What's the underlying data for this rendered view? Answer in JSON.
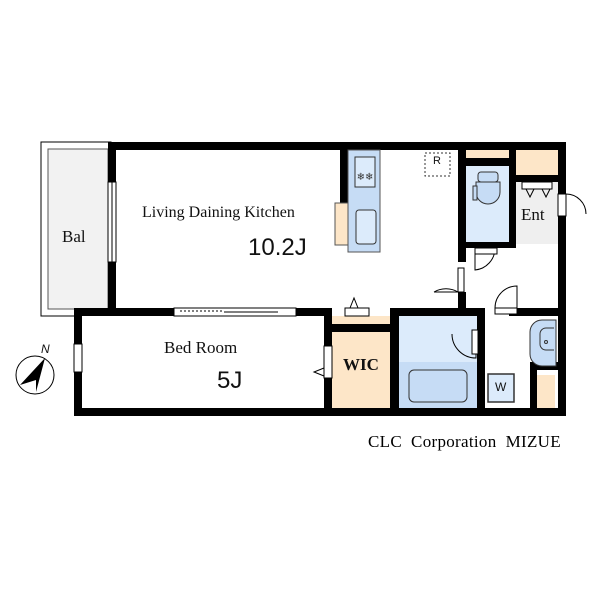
{
  "rooms": {
    "balcony": {
      "label": "Bal"
    },
    "ldk": {
      "label": "Living Daining Kitchen",
      "size": "10.2J"
    },
    "bedroom": {
      "label": "Bed Room",
      "size": "5J"
    },
    "wic": {
      "label": "WIC"
    },
    "entrance": {
      "label": "Ent"
    }
  },
  "fixtures": {
    "refrigerator": {
      "label": "R"
    },
    "washer": {
      "label": "W"
    }
  },
  "compass": {
    "label": "N"
  },
  "credit": "CLC  Corporation  MIZUE",
  "colors": {
    "wall": "#000000",
    "wet_area": "#dcebfb",
    "fixture_blue": "#c6dcf5",
    "storage": "#fde6c8",
    "balcony": "#f2f2f2",
    "entrance": "#efefef"
  }
}
